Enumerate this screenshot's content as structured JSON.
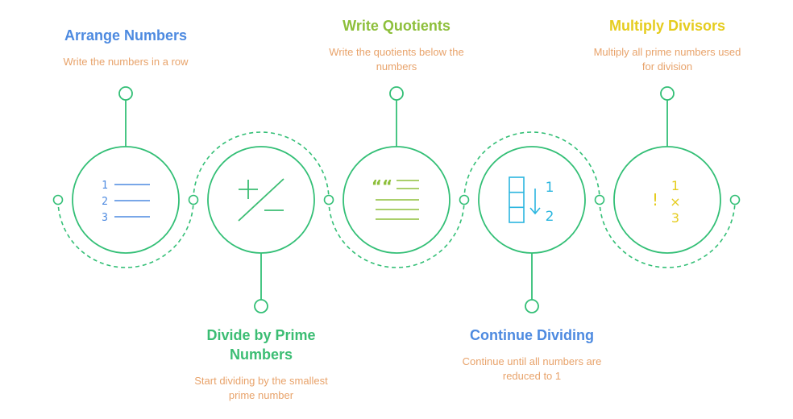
{
  "colors": {
    "outline": "#33bf76",
    "description": "#e8a36b",
    "blue": "#4d8ae0",
    "lime": "#8dbf3a",
    "yellow": "#e5cc1e",
    "green": "#3bbd73",
    "cyan": "#2bb6df"
  },
  "steps": [
    {
      "title": "Arrange Numbers",
      "description": "Write the numbers in a row",
      "icon": "numbered-list-icon",
      "icon_text": [
        "1",
        "2",
        "3"
      ]
    },
    {
      "title": "Divide by Prime Numbers",
      "description": "Start dividing by the smallest prime number",
      "icon": "plus-divide-icon"
    },
    {
      "title": "Write Quotients",
      "description": "Write the quotients below the numbers",
      "icon": "quote-text-icon",
      "icon_text": "““"
    },
    {
      "title": "Continue Dividing",
      "description": "Continue until all numbers are reduced to 1",
      "icon": "sort-down-icon",
      "icon_text": [
        "1",
        "2"
      ]
    },
    {
      "title": "Multiply Divisors",
      "description": "Multiply all prime numbers used for division",
      "icon": "multiply-icon",
      "icon_text": [
        "!",
        "1",
        "×",
        "3"
      ]
    }
  ]
}
